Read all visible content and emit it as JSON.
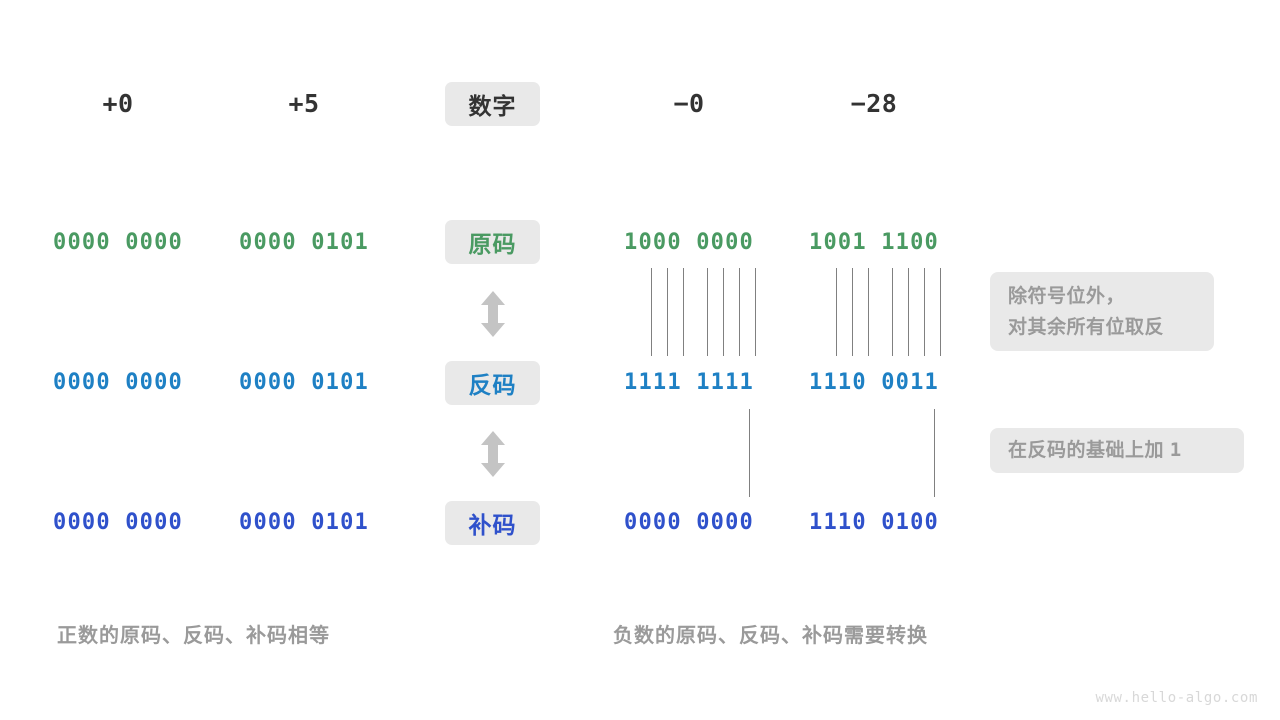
{
  "diagram": {
    "title_watermark": "www.hello-algo.com",
    "colors": {
      "green": "#4a9a62",
      "blue": "#1e80c4",
      "indigo": "#2f51cb",
      "dark": "#333333",
      "muted": "#9a9a9a",
      "badge_bg": "#e9e9e9",
      "connector": "#808080"
    },
    "header": {
      "row_label": "数字",
      "columns": [
        {
          "key": "plus0",
          "label": "+0"
        },
        {
          "key": "plus5",
          "label": "+5"
        },
        {
          "key": "minus0",
          "label": "−0"
        },
        {
          "key": "minus28",
          "label": "−28"
        }
      ]
    },
    "rows": [
      {
        "key": "yuanma",
        "label": "原码",
        "color_name": "green",
        "values": {
          "plus0": "0000 0000",
          "plus5": "0000 0101",
          "minus0": "1000 0000",
          "minus28": "1001 1100"
        }
      },
      {
        "key": "fanma",
        "label": "反码",
        "color_name": "blue",
        "values": {
          "plus0": "0000 0000",
          "plus5": "0000 0101",
          "minus0": "1111 1111",
          "minus28": "1110 0011"
        }
      },
      {
        "key": "buma",
        "label": "补码",
        "color_name": "indigo",
        "values": {
          "plus0": "0000 0000",
          "plus5": "0000 0101",
          "minus0": "0000 0000",
          "minus28": "1110 0100"
        }
      }
    ],
    "notes": [
      {
        "key": "invert",
        "lines": [
          "除符号位外，",
          "对其余所有位取反"
        ]
      },
      {
        "key": "plus-one",
        "text_before": "在反码的基础上加 ",
        "text_value": "1"
      }
    ],
    "captions": {
      "left": "正数的原码、反码、补码相等",
      "right": "负数的原码、反码、补码需要转换"
    },
    "arrows": {
      "between_yuanma_fanma": "double-arrow-vertical",
      "between_fanma_buma": "double-arrow-vertical"
    }
  }
}
